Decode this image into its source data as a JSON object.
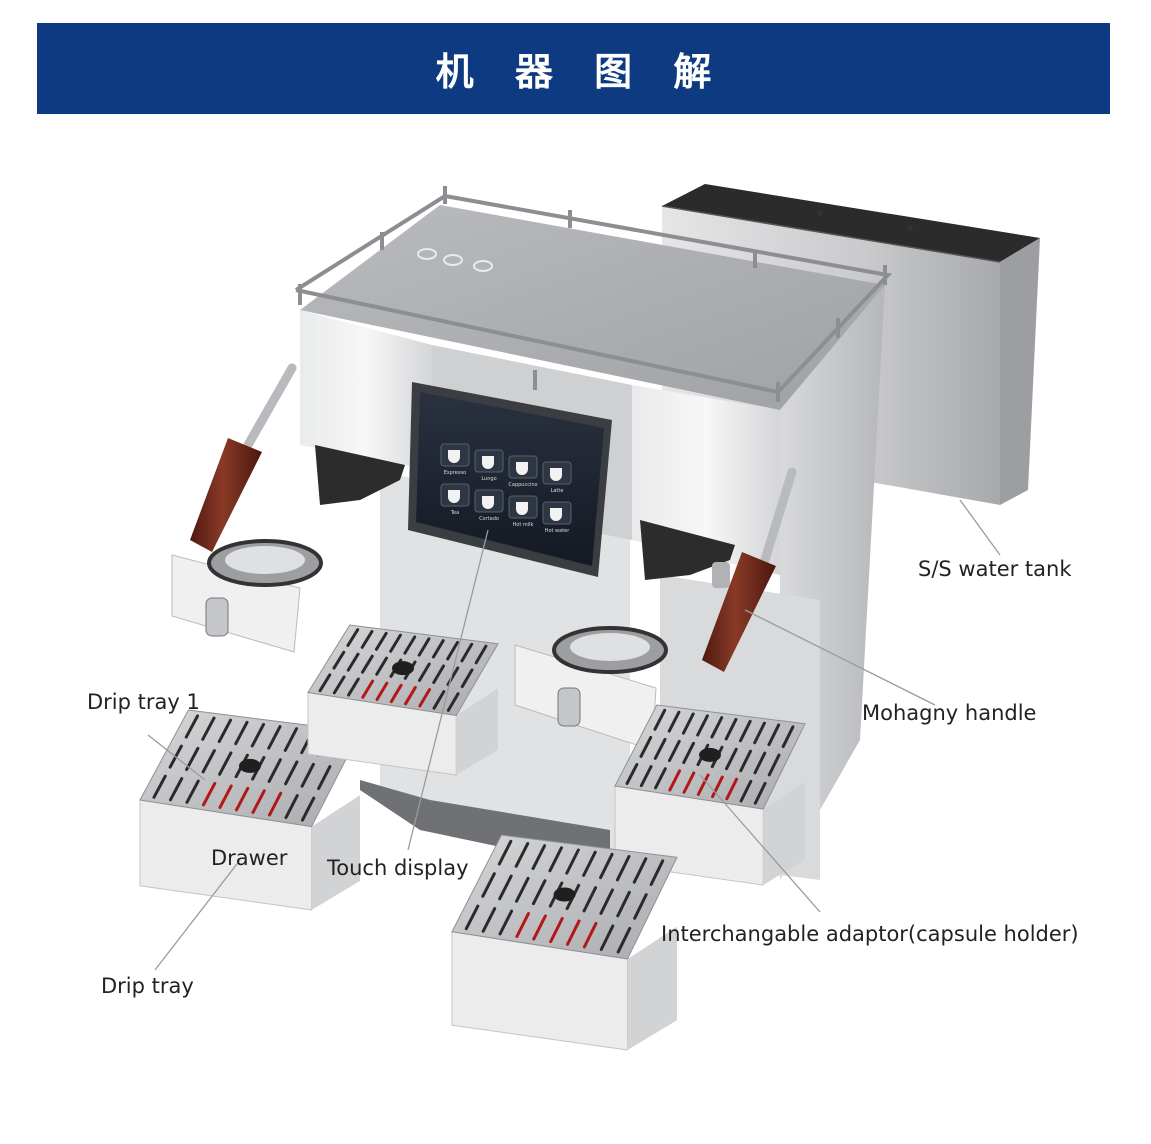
{
  "header": {
    "title": "机 器 图 解"
  },
  "callouts": {
    "water_tank": "S/S water tank",
    "handle": "Mohagny handle",
    "drip_tray_1": "Drip tray 1",
    "drawer": "Drawer",
    "touch_display": "Touch display",
    "adaptor": "Interchangable adaptor(capsule holder)",
    "drip_tray": "Drip tray"
  },
  "screen": {
    "drinks": [
      "Espresso",
      "Lungo",
      "Cappuccino",
      "Latte",
      "Tea",
      "Cortado",
      "Hot milk",
      "Hot water"
    ]
  },
  "colors": {
    "banner": "#0d3a80",
    "steel": "#c9cacc",
    "wood": "#6b2a1c",
    "accent_red": "#d21a1a"
  }
}
